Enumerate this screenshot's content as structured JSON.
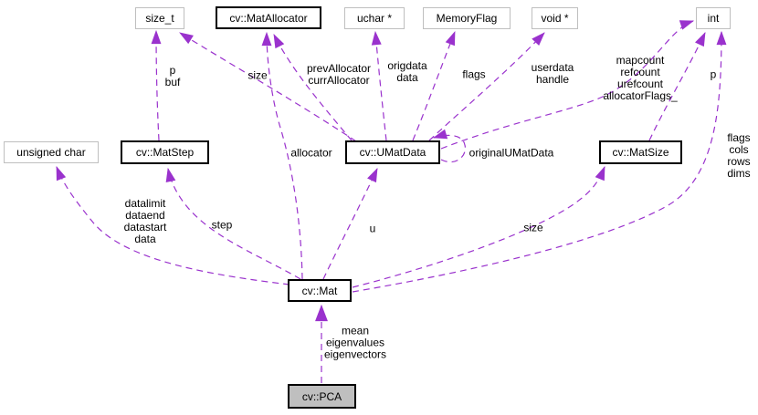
{
  "nodes": {
    "size_t": {
      "label": "size_t"
    },
    "mat_allocator": {
      "label": "cv::MatAllocator"
    },
    "uchar_ptr": {
      "label": "uchar *"
    },
    "memory_flag": {
      "label": "MemoryFlag"
    },
    "void_ptr": {
      "label": "void *"
    },
    "int_type": {
      "label": "int"
    },
    "unsigned_char": {
      "label": "unsigned char"
    },
    "mat_step": {
      "label": "cv::MatStep"
    },
    "umat_data": {
      "label": "cv::UMatData"
    },
    "mat_size": {
      "label": "cv::MatSize"
    },
    "mat": {
      "label": "cv::Mat"
    },
    "pca": {
      "label": "cv::PCA"
    }
  },
  "edge_labels": {
    "p_buf": "p\nbuf",
    "size_to_sizet": "size",
    "prev_curr_allocator": "prevAllocator\ncurrAllocator",
    "origdata_data": "origdata\ndata",
    "flags_memoryflag": "flags",
    "userdata_handle": "userdata\nhandle",
    "umat_counts": "mapcount\nrefcount\nurefcount\nallocatorFlags_",
    "p_matsize": "p",
    "mat_int_members": "flags\ncols\nrows\ndims",
    "allocator": "allocator",
    "original_umat_data": "originalUMatData",
    "mat_data_members": "datalimit\ndataend\ndatastart\ndata",
    "step": "step",
    "u": "u",
    "size_matsize": "size",
    "pca_mat_members": "mean\neigenvalues\neigenvectors"
  },
  "colors": {
    "edge-color": "#9a32cd",
    "linked-border": "#000000",
    "plain-border": "#bfbfbf",
    "current-node-fill": "#bfbfbf",
    "background": "#ffffff"
  }
}
